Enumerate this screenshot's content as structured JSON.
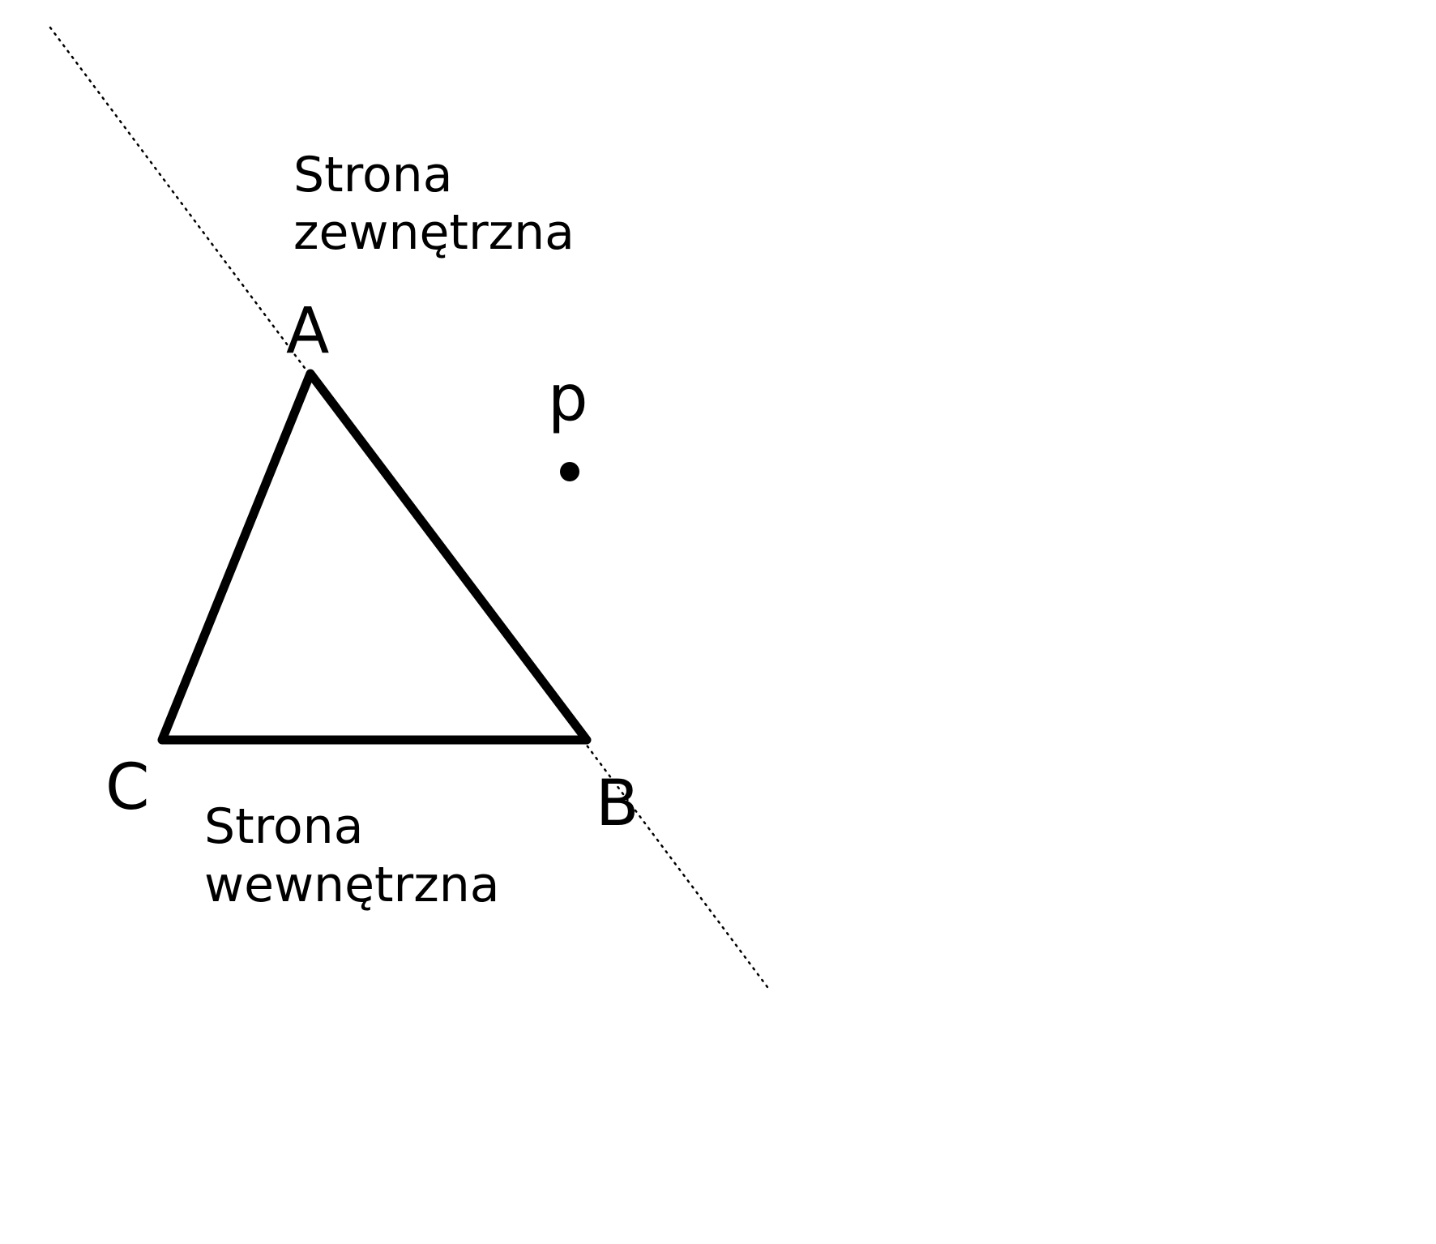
{
  "diagram": {
    "vertices": {
      "a": "A",
      "b": "B",
      "c": "C"
    },
    "point_label": "p",
    "outer_side": {
      "line1": "Strona",
      "line2": "zewnętrzna"
    },
    "inner_side": {
      "line1": "Strona",
      "line2": "wewnętrzna"
    },
    "colors": {
      "stroke": "#000000",
      "background": "#ffffff"
    }
  }
}
